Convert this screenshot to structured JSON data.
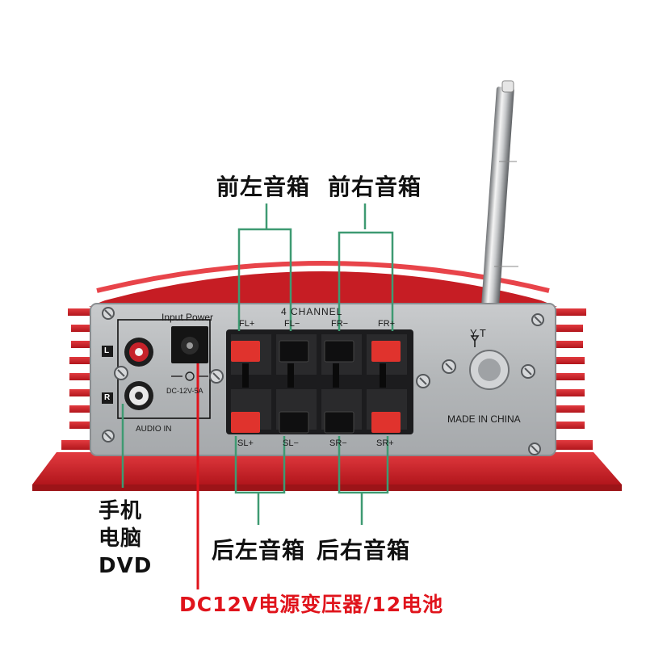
{
  "colors": {
    "chassis_red": "#d8232a",
    "panel_silver": "#b9bcbe",
    "terminal_black": "#1c1c1e",
    "clip_red": "#e0332d",
    "cable_red": "#e0141c",
    "callout_line": "#3e9a72"
  },
  "annotations": {
    "front_left": "前左音箱",
    "front_right": "前右音箱",
    "rear_left": "后左音箱",
    "rear_right": "后右音箱",
    "audio_source": "手机 电脑 DVD",
    "power_supply": "DC12V电源变压器/12电池"
  },
  "panel": {
    "input_power": "Input Power",
    "channel_title": "4 CHANNEL",
    "dc_spec": "DC-12V-5A",
    "audio_in": "AUDIO IN",
    "jack_left": "L",
    "jack_right": "R",
    "antenna_mark": "Y  T",
    "origin": "MADE IN CHINA",
    "terminals_top": [
      "FL+",
      "FL−",
      "FR−",
      "FR+"
    ],
    "terminals_bottom": [
      "SL+",
      "SL−",
      "SR−",
      "SR+"
    ]
  },
  "icons": [
    "screw-icon",
    "rca-jack-icon",
    "dc-jack-icon",
    "antenna-icon",
    "speaker-terminal-icon"
  ]
}
